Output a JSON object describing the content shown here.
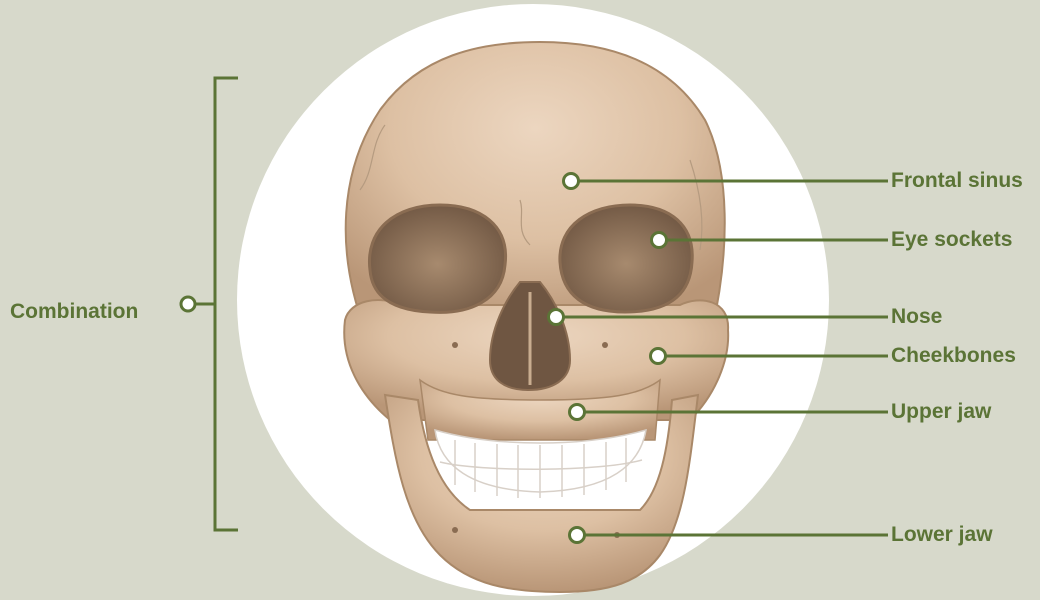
{
  "diagram": {
    "accent_color": "#5b7436",
    "group_label": "Combination",
    "labels": [
      {
        "id": "frontal-sinus",
        "text": "Frontal sinus"
      },
      {
        "id": "eye-sockets",
        "text": "Eye sockets"
      },
      {
        "id": "nose",
        "text": "Nose"
      },
      {
        "id": "cheekbones",
        "text": "Cheekbones"
      },
      {
        "id": "upper-jaw",
        "text": "Upper jaw"
      },
      {
        "id": "lower-jaw",
        "text": "Lower jaw"
      }
    ]
  }
}
